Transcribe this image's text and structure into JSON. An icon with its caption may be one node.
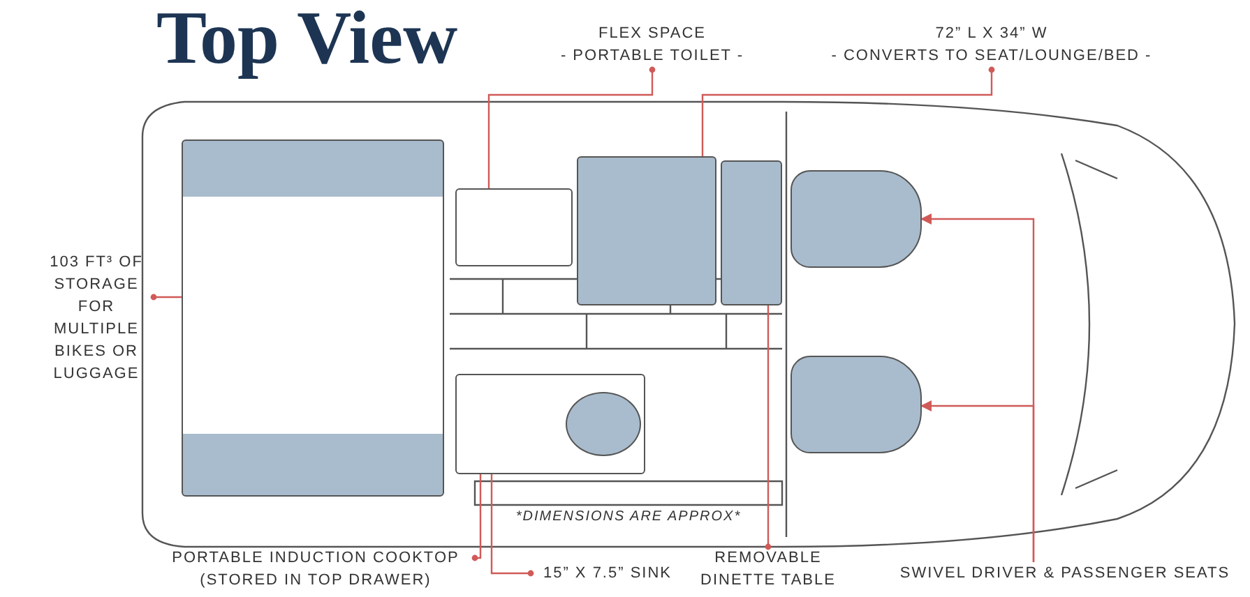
{
  "diagram": {
    "title": "Top View",
    "nodes": [
      {
        "text": [
          "103 FT³ OF STORAGE FOR MULTIPLE BIKES OR LUGGAGE"
        ]
      },
      {
        "text": [
          "FLEX SPACE",
          "- PORTABLE TOILET -"
        ]
      },
      {
        "text": [
          "72” L X 34” W",
          "- CONVERTS TO SEAT/LOUNGE/BED -"
        ]
      },
      {
        "text": [
          "PORTABLE INDUCTION COOKTOP (STORED IN TOP DRAWER)"
        ]
      },
      {
        "text": [
          "15” X 7.5” SINK"
        ]
      },
      {
        "text": [
          "REMOVABLE DINETTE TABLE"
        ]
      },
      {
        "text": [
          "SWIVEL DRIVER & PASSENGER SEATS"
        ]
      },
      {
        "text": [],
        "shape": "box"
      },
      {
        "text": [],
        "shape": "box"
      },
      {
        "text": [],
        "shape": "box"
      },
      {
        "text": [],
        "shape": "box"
      },
      {
        "text": [],
        "shape": "circle",
        "in": 10
      },
      {
        "text": [],
        "shape": "box"
      },
      {
        "text": [],
        "shape": "box"
      },
      {
        "text": [],
        "shape": "box"
      }
    ],
    "edges": [
      {
        "from": 0,
        "to": 7,
        "arrow": "other"
      },
      {
        "from": 1,
        "to": 8,
        "arrow": "other"
      },
      {
        "from": 2,
        "to": 9,
        "arrow": "other"
      },
      {
        "from": 3,
        "to": 10,
        "arrow": "other"
      },
      {
        "from": 4,
        "to": 11,
        "arrow": "other"
      },
      {
        "from": 5,
        "to": 12,
        "arrow": "other"
      },
      {
        "from": 6,
        "to": 13,
        "arrow": "to"
      },
      {
        "from": 6,
        "to": 14,
        "arrow": "to"
      }
    ],
    "labels": [
      "*DIMENSIONS ARE APPROX*"
    ]
  }
}
